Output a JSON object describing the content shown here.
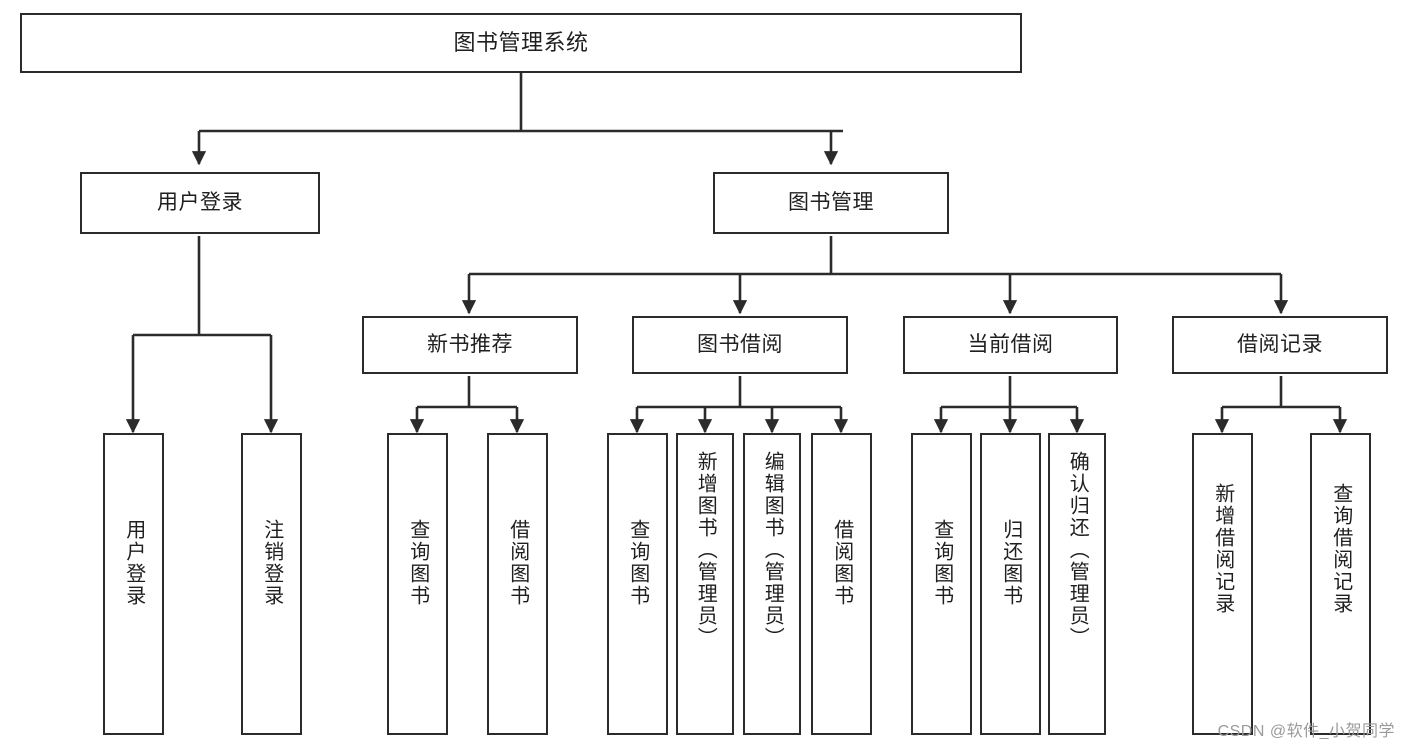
{
  "diagram": {
    "type": "tree",
    "title": "图书管理系统",
    "watermark": "CSDN @软件_小贺同学",
    "colors": {
      "box_border": "#2b2b2b",
      "box_fill": "#ffffff",
      "edge": "#2b2b2b",
      "text": "#1f1f1f",
      "watermark": "#9a9a9a",
      "background": "#ffffff"
    },
    "nodes": {
      "root": {
        "label": "图书管理系统"
      },
      "level2": [
        {
          "id": "user-login",
          "label": "用户登录"
        },
        {
          "id": "book-manage",
          "label": "图书管理"
        }
      ],
      "level3": [
        {
          "id": "new-book-recommend",
          "label": "新书推荐"
        },
        {
          "id": "book-borrow",
          "label": "图书借阅"
        },
        {
          "id": "current-borrow",
          "label": "当前借阅"
        },
        {
          "id": "borrow-record",
          "label": "借阅记录"
        }
      ],
      "leaves": {
        "user-login": [
          {
            "id": "leaf-user-login",
            "label": "用户登录"
          },
          {
            "id": "leaf-logout-login",
            "label": "注销登录"
          }
        ],
        "new-book-recommend": [
          {
            "id": "leaf-query-book-1",
            "label": "查询图书"
          },
          {
            "id": "leaf-borrow-book-1",
            "label": "借阅图书"
          }
        ],
        "book-borrow": [
          {
            "id": "leaf-query-book-2",
            "label": "查询图书"
          },
          {
            "id": "leaf-add-book",
            "label": "新增图书（管理员）"
          },
          {
            "id": "leaf-edit-book",
            "label": "编辑图书（管理员）"
          },
          {
            "id": "leaf-borrow-book-2",
            "label": "借阅图书"
          }
        ],
        "current-borrow": [
          {
            "id": "leaf-query-book-3",
            "label": "查询图书"
          },
          {
            "id": "leaf-return-book",
            "label": "归还图书"
          },
          {
            "id": "leaf-confirm-return",
            "label": "确认归还（管理员）"
          }
        ],
        "borrow-record": [
          {
            "id": "leaf-add-record",
            "label": "新增借阅记录"
          },
          {
            "id": "leaf-query-record",
            "label": "查询借阅记录"
          }
        ]
      }
    }
  }
}
